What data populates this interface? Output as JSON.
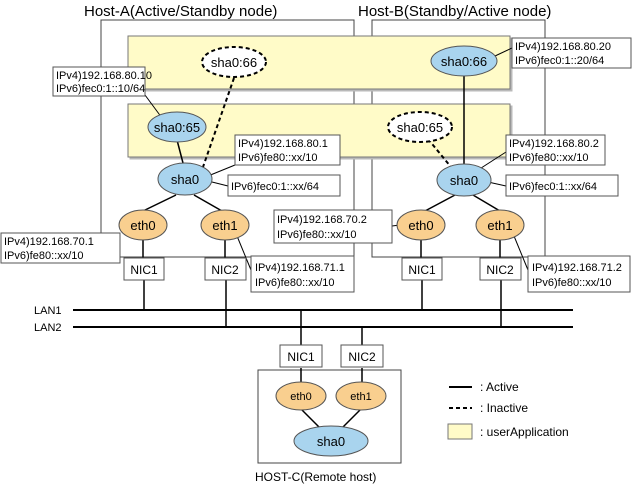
{
  "hosts": {
    "host_a": "Host-A(Active/Standby node)",
    "host_b": "Host-B(Standby/Active node)",
    "host_c": "HOST-C(Remote host)"
  },
  "lans": {
    "lan1": "LAN1",
    "lan2": "LAN2"
  },
  "nodes": {
    "a_sha0_66": "sha0:66",
    "a_sha0_65": "sha0:65",
    "a_sha0": "sha0",
    "a_eth0": "eth0",
    "a_eth1": "eth1",
    "b_sha0_66": "sha0:66",
    "b_sha0_65": "sha0:65",
    "b_sha0": "sha0",
    "b_eth0": "eth0",
    "b_eth1": "eth1",
    "c_sha0": "sha0",
    "c_eth0": "eth0",
    "c_eth1": "eth1"
  },
  "nics": {
    "a_nic1": "NIC1",
    "a_nic2": "NIC2",
    "b_nic1": "NIC1",
    "b_nic2": "NIC2",
    "c_nic1": "NIC1",
    "c_nic2": "NIC2"
  },
  "addresses": {
    "a_sha0_65": [
      "IPv4)192.168.80.10",
      "IPv6)fec0:1::10/64"
    ],
    "a_sha0": [
      "IPv4)192.168.80.1",
      "IPv6)fe80::xx/10"
    ],
    "a_sha0_v6": [
      "IPv6)fec0:1::xx/64"
    ],
    "a_eth0": [
      "IPv4)192.168.70.1",
      "IPv6)fe80::xx/10"
    ],
    "a_eth1": [
      "IPv4)192.168.71.1",
      "IPv6)fe80::xx/10"
    ],
    "b_sha0_66": [
      "IPv4)192.168.80.20",
      "IPv6)fec0:1::20/64"
    ],
    "b_sha0": [
      "IPv4)192.168.80.2",
      "IPv6)fe80::xx/10"
    ],
    "b_sha0_v6": [
      "IPv6)fec0:1::xx/64"
    ],
    "b_eth0": [
      "IPv4)192.168.70.2",
      "IPv6)fe80::xx/10"
    ],
    "b_eth1": [
      "IPv4)192.168.71.2",
      "IPv6)fe80::xx/10"
    ]
  },
  "legend": {
    "active": ": Active",
    "inactive": ": Inactive",
    "user_application": ": userApplication"
  },
  "colors": {
    "user_application_fill": "#FFFBC8",
    "sha_fill": "#A9D4EE",
    "eth_fill": "#F9CF8F"
  }
}
